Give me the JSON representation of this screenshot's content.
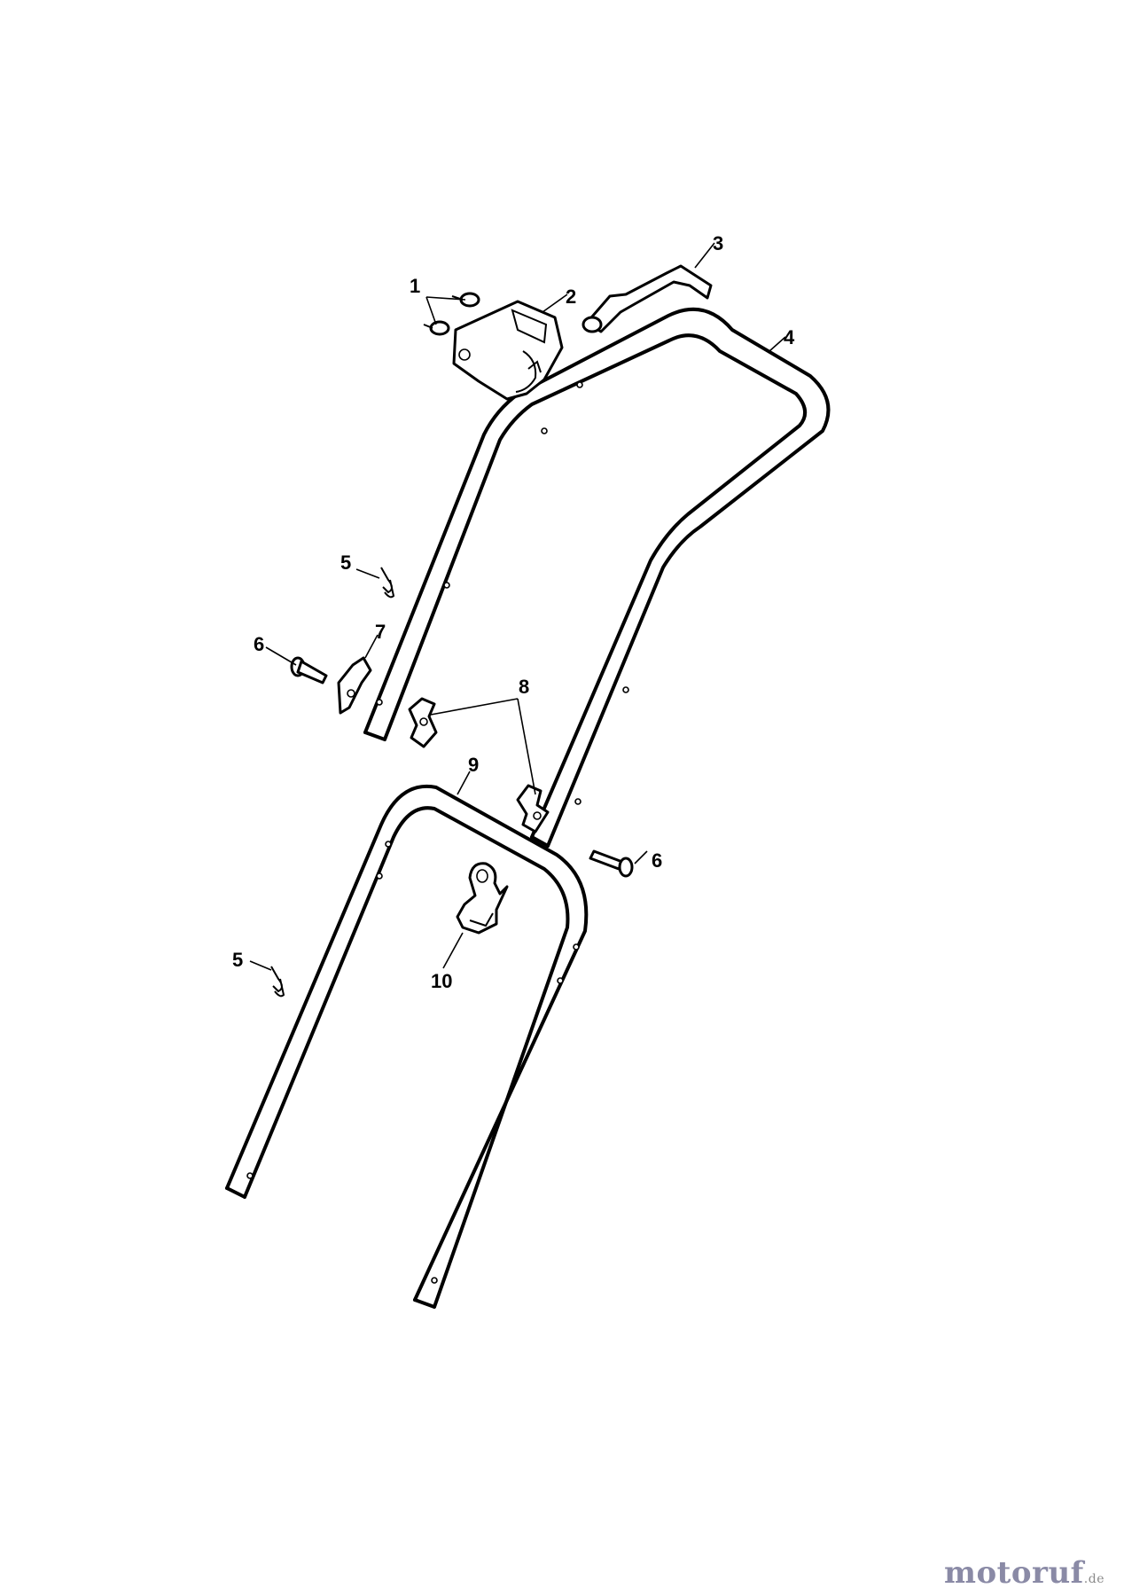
{
  "callouts": {
    "c1": "1",
    "c2": "2",
    "c3": "3",
    "c4": "4",
    "c5a": "5",
    "c5b": "5",
    "c6a": "6",
    "c6b": "6",
    "c7": "7",
    "c8": "8",
    "c9": "9",
    "c10": "10"
  },
  "watermark": {
    "brand": "motoruf",
    "domain": ".de",
    "brand_color": "#8a8aa6"
  }
}
